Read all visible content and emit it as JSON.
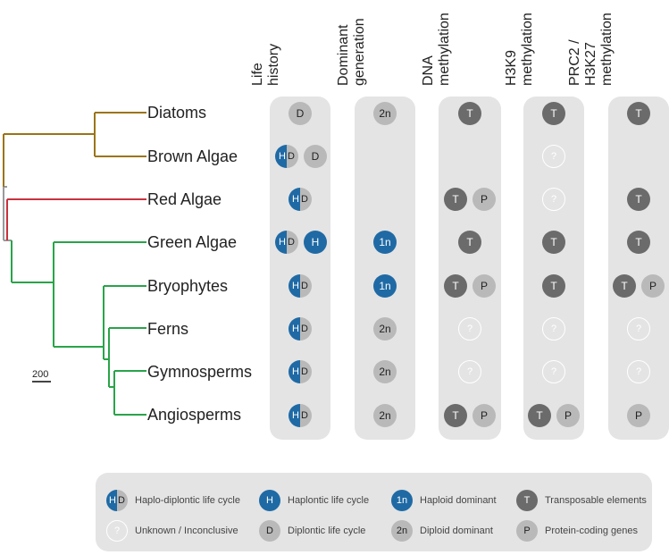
{
  "taxa": [
    "Diatoms",
    "Brown Algae",
    "Red Algae",
    "Green Algae",
    "Bryophytes",
    "Ferns",
    "Gymnosperms",
    "Angiosperms"
  ],
  "scale_bar": "200",
  "branch_colors": {
    "stramenopiles": "#9b7417",
    "red": "#c8323e",
    "green": "#2aa34a",
    "root": "#9a9a9a"
  },
  "columns": [
    {
      "id": "life-history",
      "title_lines": [
        "Life",
        "history"
      ],
      "cells": [
        [
          "D"
        ],
        [
          "HD",
          "D"
        ],
        [
          "HD"
        ],
        [
          "HD",
          "H"
        ],
        [
          "HD"
        ],
        [
          "HD"
        ],
        [
          "HD"
        ],
        [
          "HD"
        ]
      ]
    },
    {
      "id": "dominant-generation",
      "title_lines": [
        "Dominant",
        "generation"
      ],
      "cells": [
        [
          "2n"
        ],
        [],
        [],
        [
          "1n"
        ],
        [
          "1n"
        ],
        [
          "2n"
        ],
        [
          "2n"
        ],
        [
          "2n"
        ]
      ]
    },
    {
      "id": "dna-methylation",
      "title_lines": [
        "DNA",
        "methylation"
      ],
      "cells": [
        [
          "T"
        ],
        [],
        [
          "T",
          "P"
        ],
        [
          "T"
        ],
        [
          "T",
          "P"
        ],
        [
          "?"
        ],
        [
          "?"
        ],
        [
          "T",
          "P"
        ]
      ]
    },
    {
      "id": "h3k9-methylation",
      "title_lines": [
        "H3K9",
        "methylation"
      ],
      "cells": [
        [
          "T"
        ],
        [
          "?"
        ],
        [
          "?"
        ],
        [
          "T"
        ],
        [
          "T"
        ],
        [
          "?"
        ],
        [
          "?"
        ],
        [
          "T",
          "P"
        ]
      ]
    },
    {
      "id": "prc2-h3k27-methylation",
      "title_lines": [
        "PRC2 /",
        "H3K27",
        "methylation"
      ],
      "cells": [
        [
          "T"
        ],
        [],
        [
          "T"
        ],
        [
          "T"
        ],
        [
          "T",
          "P"
        ],
        [
          "?"
        ],
        [
          "?"
        ],
        [
          "P"
        ]
      ]
    }
  ],
  "legend": [
    {
      "symbol": "HD",
      "label": "Haplo-diplontic life cycle"
    },
    {
      "symbol": "H",
      "label": "Haplontic life cycle"
    },
    {
      "symbol": "1n",
      "label": "Haploid dominant"
    },
    {
      "symbol": "T",
      "label": "Transposable elements"
    },
    {
      "symbol": "?",
      "label": "Unknown / Inconclusive"
    },
    {
      "symbol": "D",
      "label": "Diplontic life cycle"
    },
    {
      "symbol": "2n",
      "label": "Diploid dominant"
    },
    {
      "symbol": "P",
      "label": "Protein-coding genes"
    }
  ]
}
